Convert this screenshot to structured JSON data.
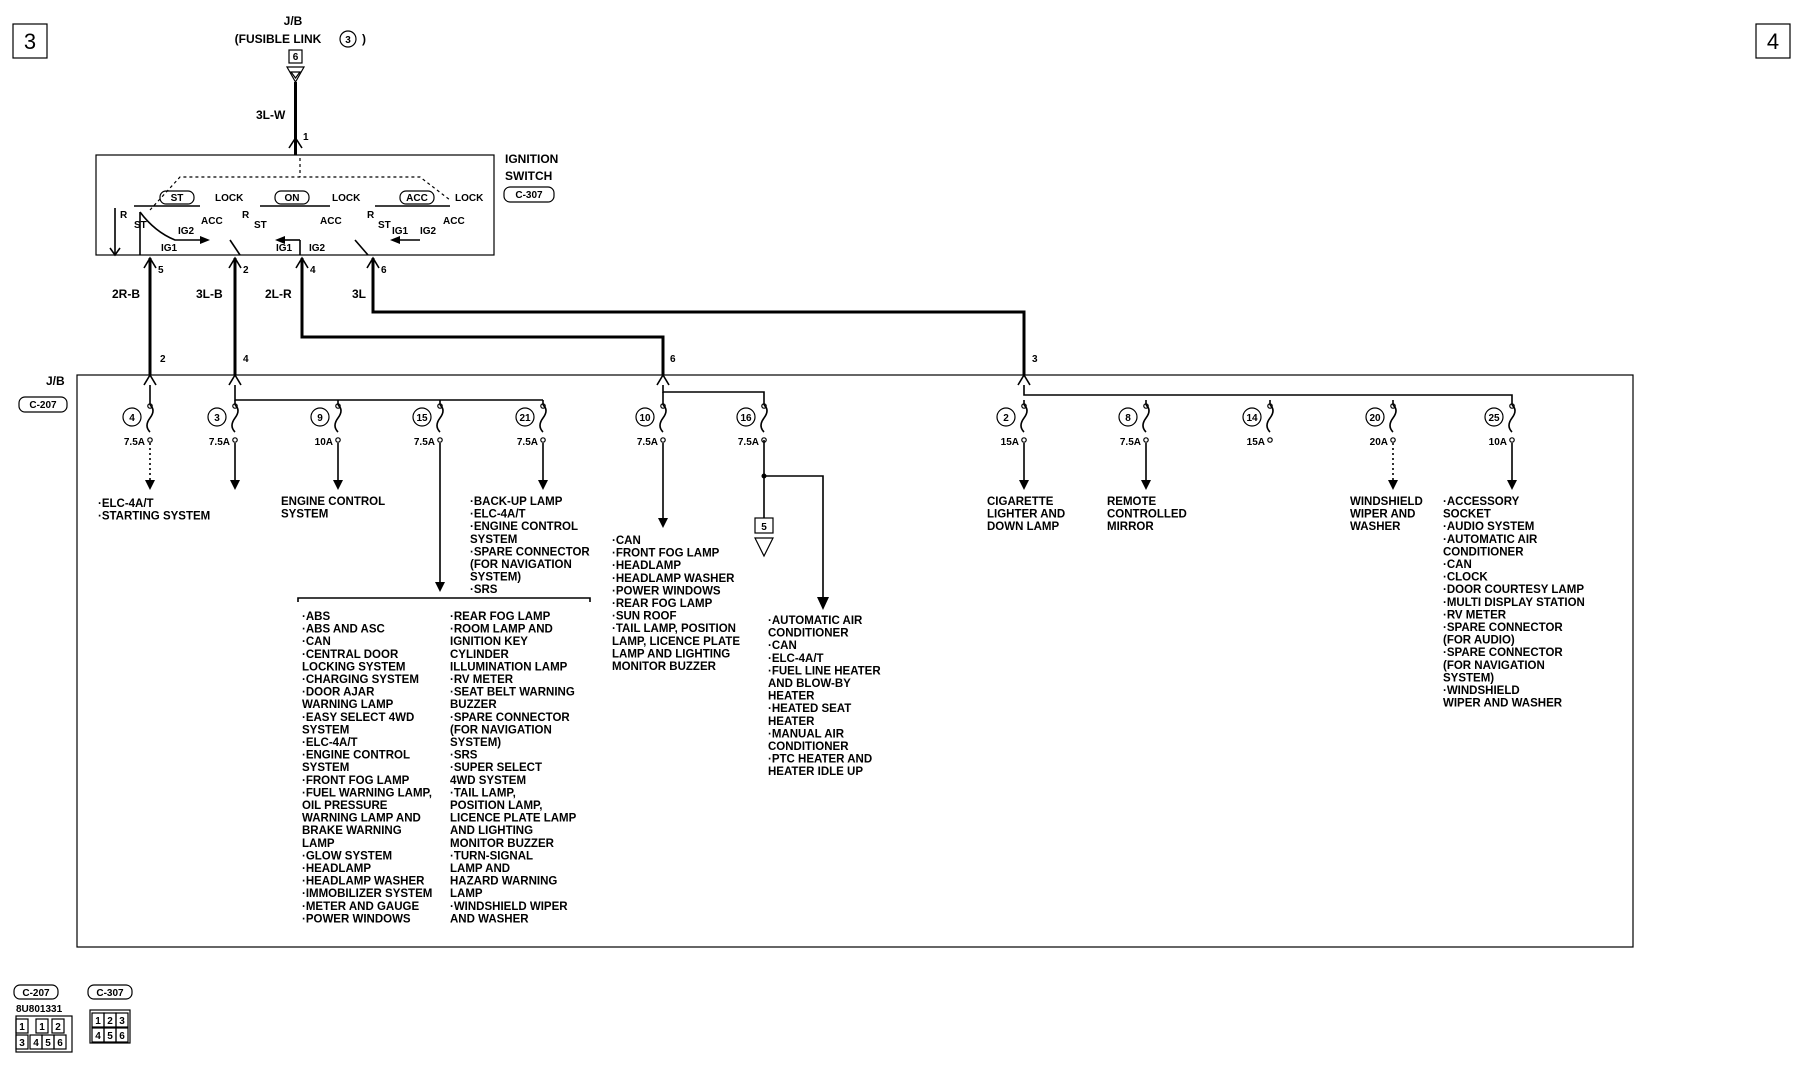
{
  "page_numbers": {
    "left": "3",
    "right": "4"
  },
  "jb_top": {
    "line1": "J/B",
    "line2": "(FUSIBLE LINK",
    "link_number": "3",
    "line2_end": ")",
    "connector_pin": "6"
  },
  "ignition_switch": {
    "title_line1": "IGNITION",
    "title_line2": "SWITCH",
    "connector": "C-307",
    "pin_top": "1",
    "pos_labels": {
      "lock": "LOCK",
      "acc": "ACC",
      "st": "ST",
      "r": "R",
      "ig1": "IG1",
      "ig2": "IG2",
      "on": "ON"
    }
  },
  "wires": {
    "top": "3L-W",
    "w_pin5": "2R-B",
    "w_pin2": "3L-B",
    "w_pin4": "2L-R",
    "w_pin6": "3L"
  },
  "switch_pins": {
    "p5": "5",
    "p2": "2",
    "p4": "4",
    "p6": "6"
  },
  "jb_main": {
    "line1": "J/B",
    "connector": "C-207",
    "pin2": "2",
    "pin4": "4",
    "pin6": "6",
    "pin3": "3"
  },
  "fuses": [
    {
      "num": "4",
      "amp": "7.5A"
    },
    {
      "num": "3",
      "amp": "7.5A"
    },
    {
      "num": "9",
      "amp": "10A"
    },
    {
      "num": "15",
      "amp": "7.5A"
    },
    {
      "num": "21",
      "amp": "7.5A"
    },
    {
      "num": "10",
      "amp": "7.5A"
    },
    {
      "num": "16",
      "amp": "7.5A"
    },
    {
      "num": "2",
      "amp": "15A"
    },
    {
      "num": "8",
      "amp": "7.5A"
    },
    {
      "num": "14",
      "amp": "15A"
    },
    {
      "num": "20",
      "amp": "20A"
    },
    {
      "num": "25",
      "amp": "10A"
    }
  ],
  "ground_ref": {
    "num": "5"
  },
  "loads": {
    "f4": [
      "·ELC-4A/T",
      "·STARTING SYSTEM"
    ],
    "f9": [
      "ENGINE CONTROL",
      "SYSTEM"
    ],
    "f21": [
      "·BACK-UP LAMP",
      "·ELC-4A/T",
      "·ENGINE CONTROL",
      " SYSTEM",
      "·SPARE CONNECTOR",
      " (FOR NAVIGATION",
      " SYSTEM)",
      "·SRS"
    ],
    "f15_col1": [
      "·ABS",
      "·ABS AND ASC",
      "·CAN",
      "·CENTRAL DOOR",
      " LOCKING SYSTEM",
      "·CHARGING SYSTEM",
      "·DOOR AJAR",
      " WARNING LAMP",
      "·EASY SELECT 4WD",
      " SYSTEM",
      "·ELC-4A/T",
      "·ENGINE CONTROL",
      " SYSTEM",
      "·FRONT FOG LAMP",
      "·FUEL WARNING LAMP,",
      " OIL PRESSURE",
      " WARNING LAMP AND",
      " BRAKE WARNING",
      " LAMP",
      "·GLOW SYSTEM",
      "·HEADLAMP",
      "·HEADLAMP WASHER",
      "·IMMOBILIZER SYSTEM",
      "·METER AND GAUGE",
      "·POWER WINDOWS"
    ],
    "f15_col2": [
      "·REAR FOG LAMP",
      "·ROOM LAMP AND",
      " IGNITION KEY",
      " CYLINDER",
      " ILLUMINATION LAMP",
      "·RV METER",
      "·SEAT BELT WARNING",
      " BUZZER",
      "·SPARE CONNECTOR",
      " (FOR NAVIGATION",
      " SYSTEM)",
      "·SRS",
      "·SUPER SELECT",
      " 4WD SYSTEM",
      "·TAIL LAMP,",
      " POSITION LAMP,",
      " LICENCE PLATE LAMP",
      " AND LIGHTING",
      " MONITOR BUZZER",
      "·TURN-SIGNAL",
      " LAMP AND",
      " HAZARD WARNING",
      " LAMP",
      "·WINDSHIELD WIPER",
      " AND WASHER"
    ],
    "f10": [
      "·CAN",
      "·FRONT FOG LAMP",
      "·HEADLAMP",
      "·HEADLAMP WASHER",
      "·POWER WINDOWS",
      "·REAR FOG LAMP",
      "·SUN ROOF",
      "·TAIL LAMP, POSITION",
      " LAMP, LICENCE PLATE",
      " LAMP AND LIGHTING",
      " MONITOR BUZZER"
    ],
    "f16": [
      "·AUTOMATIC AIR",
      " CONDITIONER",
      "·CAN",
      "·ELC-4A/T",
      "·FUEL LINE HEATER",
      " AND BLOW-BY",
      " HEATER",
      "·HEATED SEAT",
      " HEATER",
      "·MANUAL AIR",
      " CONDITIONER",
      "·PTC HEATER AND",
      " HEATER IDLE UP"
    ],
    "f2": [
      "CIGARETTE",
      "LIGHTER AND",
      "DOWN LAMP"
    ],
    "f8": [
      "REMOTE",
      "CONTROLLED",
      "MIRROR"
    ],
    "f20": [
      "WINDSHIELD",
      "WIPER AND",
      "WASHER"
    ],
    "f25": [
      "·ACCESSORY",
      " SOCKET",
      "·AUDIO SYSTEM",
      "·AUTOMATIC AIR",
      " CONDITIONER",
      "·CAN",
      "·CLOCK",
      "·DOOR COURTESY LAMP",
      "·MULTI DISPLAY STATION",
      "·RV METER",
      "·SPARE CONNECTOR",
      " (FOR AUDIO)",
      "·SPARE CONNECTOR",
      " (FOR NAVIGATION",
      " SYSTEM)",
      "·WINDSHIELD",
      " WIPER AND WASHER"
    ]
  },
  "legend": {
    "c207": "C-207",
    "c307": "C-307",
    "part_no": "8U801331",
    "c207_pins": [
      "1",
      "1",
      "2",
      "3",
      "4",
      "5",
      "6"
    ],
    "c307_pins": [
      "1",
      "2",
      "3",
      "4",
      "5",
      "6"
    ]
  }
}
